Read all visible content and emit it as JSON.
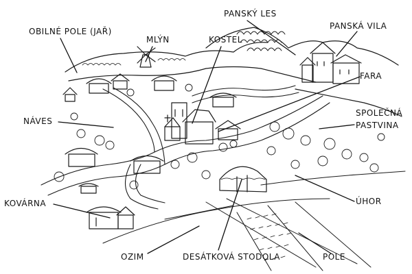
{
  "labels": {
    "obilne_pole": "OBILNÉ POLE (JAŘ)",
    "mlyn": "MLÝN",
    "kostel": "KOSTEL",
    "pansky_les": "PANSKÝ LES",
    "panska_vila": "PANSKÁ VILA",
    "fara": "FARA",
    "naves": "NÁVES",
    "spolecna_1": "SPOLEČNÁ",
    "spolecna_2": "PASTVINA",
    "kovarna": "KOVÁRNA",
    "uhor": "ÚHOR",
    "ozim": "OZIM",
    "desatkova_stodola": "DESÁTKOVÁ STODOLA",
    "pole": "POLE"
  }
}
